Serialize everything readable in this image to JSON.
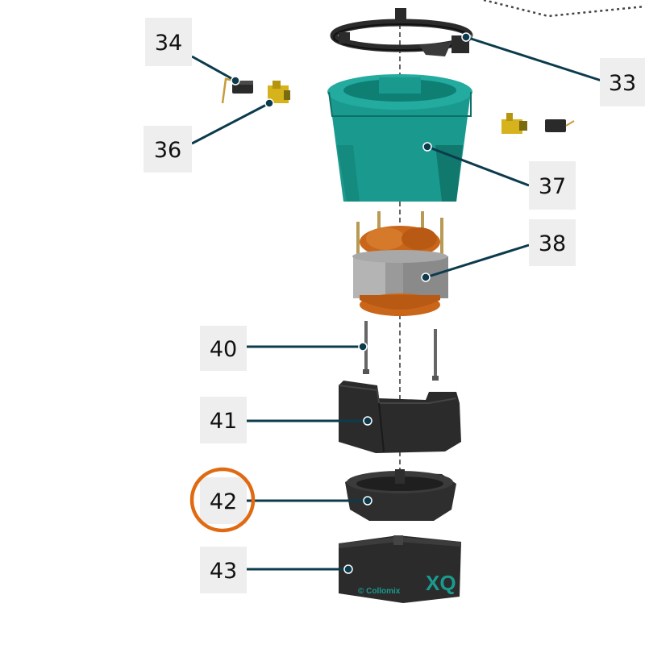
{
  "callouts": [
    {
      "id": "c33",
      "label": "33"
    },
    {
      "id": "c34",
      "label": "34"
    },
    {
      "id": "c36",
      "label": "36"
    },
    {
      "id": "c37",
      "label": "37"
    },
    {
      "id": "c38",
      "label": "38"
    },
    {
      "id": "c40",
      "label": "40"
    },
    {
      "id": "c41",
      "label": "41"
    },
    {
      "id": "c42",
      "label": "42",
      "highlighted": true
    },
    {
      "id": "c43",
      "label": "43"
    }
  ],
  "brand_mark": "© Collomix",
  "product_mark": "XQ",
  "colors": {
    "teal": "#1a9a8e",
    "teal_dark": "#0f6f66",
    "leader": "#0c3b4d",
    "highlight": "#e06a12",
    "housing": "#2f2f2f",
    "copper": "#c9661a",
    "stator": "#9a9a9a",
    "brass": "#d6b21c"
  }
}
